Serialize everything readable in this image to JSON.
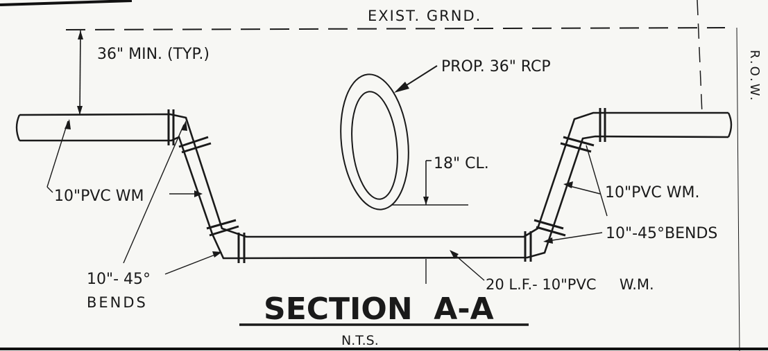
{
  "labels": {
    "exist_grnd": "EXIST. GRND.",
    "min_cover": "36\" MIN. (TYP.)",
    "prop_rcp": "PROP. 36\" RCP",
    "clearance": "18\" CL.",
    "pvc_wm_left": "10\"PVC WM",
    "pvc_wm_right": "10\"PVC WM.",
    "bends_right": "10\"-45°BENDS",
    "bends_left_line1": "10\"- 45°",
    "bends_left_line2": "BENDS",
    "pipe_run": "20 L.F.- 10\"PVC     W.M.",
    "row": "R.O.W.",
    "section_title": "SECTION  A-A",
    "scale_note": "N.T.S."
  },
  "colors": {
    "paper": "#f7f7f4",
    "ink": "#1a1a1a",
    "frame": "#111111"
  }
}
